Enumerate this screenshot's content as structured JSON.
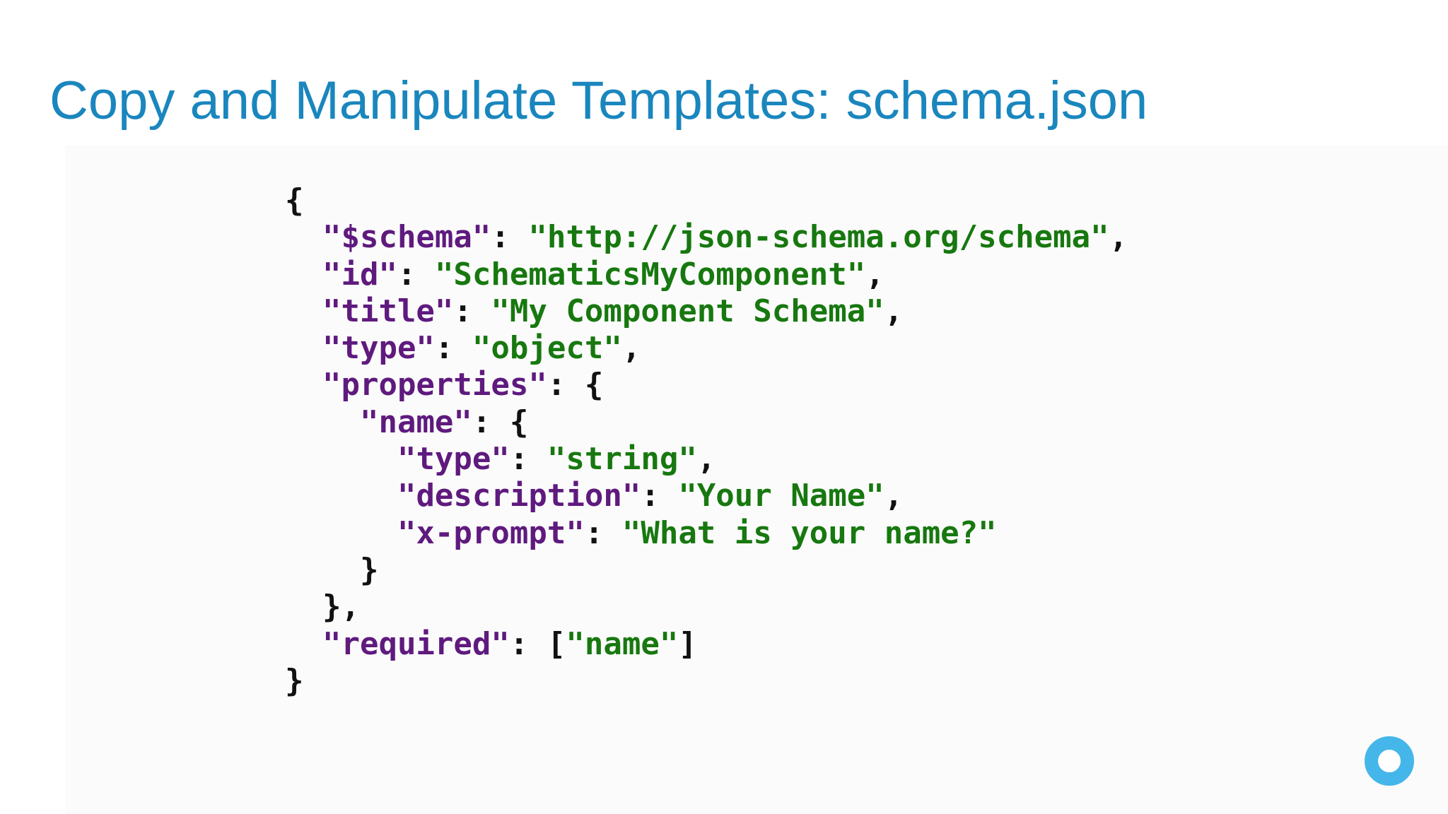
{
  "slide": {
    "title": "Copy and Manipulate Templates: schema.json"
  },
  "code": {
    "lines": [
      [
        {
          "t": "p",
          "v": "{"
        }
      ],
      [
        {
          "t": "p",
          "v": "  "
        },
        {
          "t": "k",
          "v": "\"$schema\""
        },
        {
          "t": "p",
          "v": ": "
        },
        {
          "t": "s",
          "v": "\"http://json-schema.org/schema\""
        },
        {
          "t": "p",
          "v": ","
        }
      ],
      [
        {
          "t": "p",
          "v": "  "
        },
        {
          "t": "k",
          "v": "\"id\""
        },
        {
          "t": "p",
          "v": ": "
        },
        {
          "t": "s",
          "v": "\"SchematicsMyComponent\""
        },
        {
          "t": "p",
          "v": ","
        }
      ],
      [
        {
          "t": "p",
          "v": "  "
        },
        {
          "t": "k",
          "v": "\"title\""
        },
        {
          "t": "p",
          "v": ": "
        },
        {
          "t": "s",
          "v": "\"My Component Schema\""
        },
        {
          "t": "p",
          "v": ","
        }
      ],
      [
        {
          "t": "p",
          "v": "  "
        },
        {
          "t": "k",
          "v": "\"type\""
        },
        {
          "t": "p",
          "v": ": "
        },
        {
          "t": "s",
          "v": "\"object\""
        },
        {
          "t": "p",
          "v": ","
        }
      ],
      [
        {
          "t": "p",
          "v": "  "
        },
        {
          "t": "k",
          "v": "\"properties\""
        },
        {
          "t": "p",
          "v": ": {"
        }
      ],
      [
        {
          "t": "p",
          "v": "    "
        },
        {
          "t": "k",
          "v": "\"name\""
        },
        {
          "t": "p",
          "v": ": {"
        }
      ],
      [
        {
          "t": "p",
          "v": "      "
        },
        {
          "t": "k",
          "v": "\"type\""
        },
        {
          "t": "p",
          "v": ": "
        },
        {
          "t": "s",
          "v": "\"string\""
        },
        {
          "t": "p",
          "v": ","
        }
      ],
      [
        {
          "t": "p",
          "v": "      "
        },
        {
          "t": "k",
          "v": "\"description\""
        },
        {
          "t": "p",
          "v": ": "
        },
        {
          "t": "s",
          "v": "\"Your Name\""
        },
        {
          "t": "p",
          "v": ","
        }
      ],
      [
        {
          "t": "p",
          "v": "      "
        },
        {
          "t": "k",
          "v": "\"x-prompt\""
        },
        {
          "t": "p",
          "v": ": "
        },
        {
          "t": "s",
          "v": "\"What is your name?\""
        }
      ],
      [
        {
          "t": "p",
          "v": "    }"
        }
      ],
      [
        {
          "t": "p",
          "v": "  },"
        }
      ],
      [
        {
          "t": "p",
          "v": "  "
        },
        {
          "t": "k",
          "v": "\"required\""
        },
        {
          "t": "p",
          "v": ": ["
        },
        {
          "t": "s",
          "v": "\"name\""
        },
        {
          "t": "p",
          "v": "]"
        }
      ],
      [
        {
          "t": "p",
          "v": "}"
        }
      ]
    ]
  },
  "logo": {
    "icon": "circle-ring-logo-icon",
    "color": "#45b6e9"
  },
  "colors": {
    "title": "#1a86be",
    "json_key": "#5f1a7e",
    "json_string": "#17780f",
    "json_punctuation": "#111111",
    "code_background": "#fbfbfb"
  }
}
